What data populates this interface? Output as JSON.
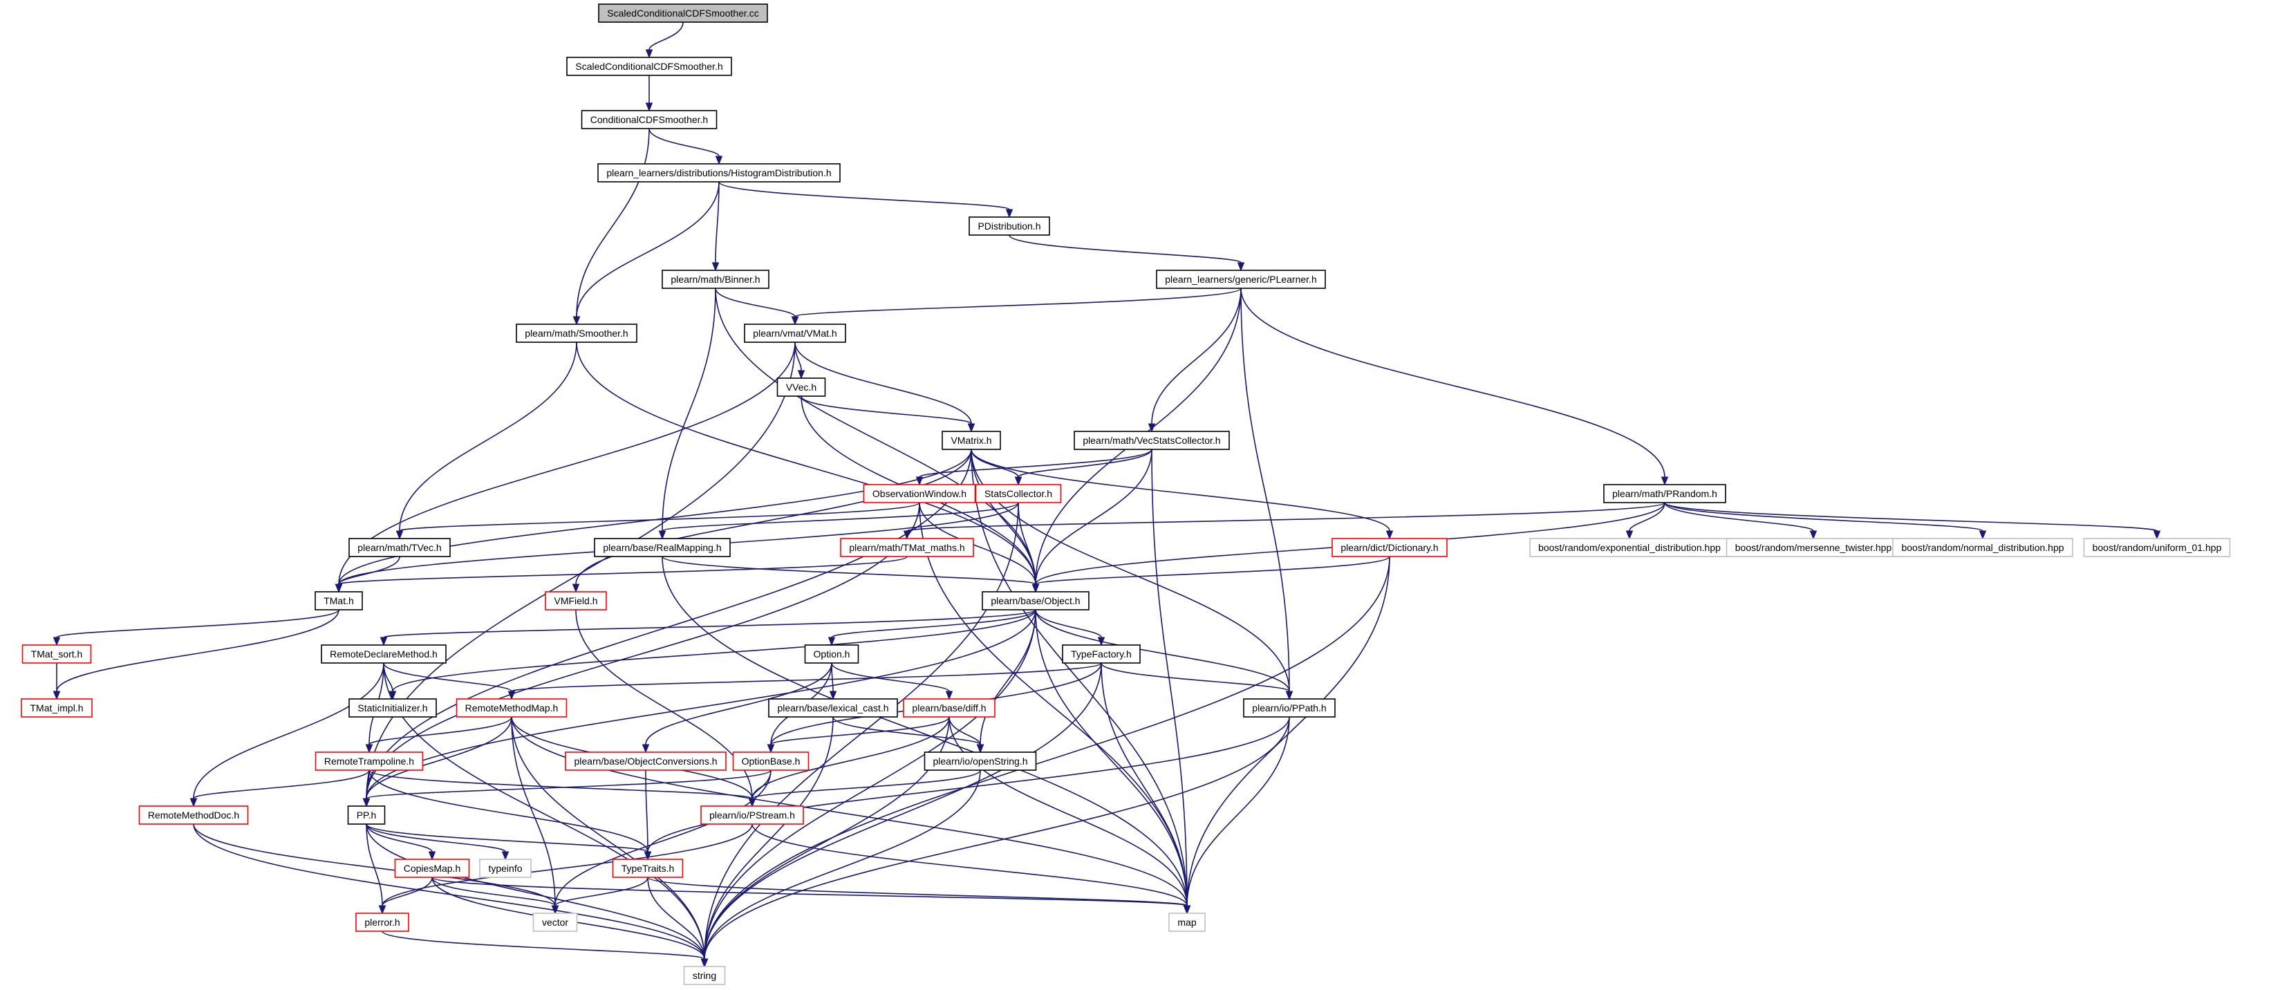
{
  "diagram": {
    "colors": {
      "edge": "#191970",
      "root_fill": "#bfbfbf",
      "normal_border": "#000000",
      "truncated_border": "#ff0000",
      "leaf_border": "#bfbfbf",
      "background": "#ffffff"
    },
    "nodes": [
      {
        "id": "root",
        "label": "ScaledConditionalCDFSmoother.cc",
        "style": "root"
      },
      {
        "id": "scaled_h",
        "label": "ScaledConditionalCDFSmoother.h",
        "style": "normal"
      },
      {
        "id": "cond_h",
        "label": "ConditionalCDFSmoother.h",
        "style": "normal"
      },
      {
        "id": "histo",
        "label": "plearn_learners/distributions/HistogramDistribution.h",
        "style": "normal"
      },
      {
        "id": "pdist",
        "label": "PDistribution.h",
        "style": "normal"
      },
      {
        "id": "plearner",
        "label": "plearn_learners/generic/PLearner.h",
        "style": "normal"
      },
      {
        "id": "binner",
        "label": "plearn/math/Binner.h",
        "style": "normal"
      },
      {
        "id": "smoother",
        "label": "plearn/math/Smoother.h",
        "style": "normal"
      },
      {
        "id": "vmat",
        "label": "plearn/vmat/VMat.h",
        "style": "normal"
      },
      {
        "id": "vvec",
        "label": "VVec.h",
        "style": "normal"
      },
      {
        "id": "vmatrix",
        "label": "VMatrix.h",
        "style": "normal"
      },
      {
        "id": "vecstats",
        "label": "plearn/math/VecStatsCollector.h",
        "style": "normal"
      },
      {
        "id": "obswin",
        "label": "ObservationWindow.h",
        "style": "truncated"
      },
      {
        "id": "statscoll",
        "label": "StatsCollector.h",
        "style": "truncated"
      },
      {
        "id": "prandom",
        "label": "plearn/math/PRandom.h",
        "style": "normal"
      },
      {
        "id": "tvec",
        "label": "plearn/math/TVec.h",
        "style": "normal"
      },
      {
        "id": "realmap",
        "label": "plearn/base/RealMapping.h",
        "style": "normal"
      },
      {
        "id": "tmatmaths",
        "label": "plearn/math/TMat_maths.h",
        "style": "truncated"
      },
      {
        "id": "dict",
        "label": "plearn/dict/Dictionary.h",
        "style": "truncated"
      },
      {
        "id": "boost_exp",
        "label": "boost/random/exponential_distribution.hpp",
        "style": "leaf"
      },
      {
        "id": "boost_mt",
        "label": "boost/random/mersenne_twister.hpp",
        "style": "leaf"
      },
      {
        "id": "boost_norm",
        "label": "boost/random/normal_distribution.hpp",
        "style": "leaf"
      },
      {
        "id": "boost_uni",
        "label": "boost/random/uniform_01.hpp",
        "style": "leaf"
      },
      {
        "id": "tmat",
        "label": "TMat.h",
        "style": "normal"
      },
      {
        "id": "vmfield",
        "label": "VMField.h",
        "style": "truncated"
      },
      {
        "id": "object",
        "label": "plearn/base/Object.h",
        "style": "normal"
      },
      {
        "id": "tmatsort",
        "label": "TMat_sort.h",
        "style": "truncated"
      },
      {
        "id": "tmatimpl",
        "label": "TMat_impl.h",
        "style": "truncated"
      },
      {
        "id": "remdecl",
        "label": "RemoteDeclareMethod.h",
        "style": "normal"
      },
      {
        "id": "option",
        "label": "Option.h",
        "style": "normal"
      },
      {
        "id": "typefactory",
        "label": "TypeFactory.h",
        "style": "normal"
      },
      {
        "id": "staticinit",
        "label": "StaticInitializer.h",
        "style": "normal"
      },
      {
        "id": "remmethmap",
        "label": "RemoteMethodMap.h",
        "style": "truncated"
      },
      {
        "id": "lexcast",
        "label": "plearn/base/lexical_cast.h",
        "style": "normal"
      },
      {
        "id": "diff",
        "label": "plearn/base/diff.h",
        "style": "truncated"
      },
      {
        "id": "ppath",
        "label": "plearn/io/PPath.h",
        "style": "normal"
      },
      {
        "id": "objconv",
        "label": "plearn/base/ObjectConversions.h",
        "style": "truncated"
      },
      {
        "id": "remtramp",
        "label": "RemoteTrampoline.h",
        "style": "truncated"
      },
      {
        "id": "optionbase",
        "label": "OptionBase.h",
        "style": "truncated"
      },
      {
        "id": "openstring",
        "label": "plearn/io/openString.h",
        "style": "normal"
      },
      {
        "id": "remmethdoc",
        "label": "RemoteMethodDoc.h",
        "style": "truncated"
      },
      {
        "id": "pp",
        "label": "PP.h",
        "style": "normal"
      },
      {
        "id": "pstream",
        "label": "plearn/io/PStream.h",
        "style": "truncated"
      },
      {
        "id": "typeinfo",
        "label": "typeinfo",
        "style": "leaf"
      },
      {
        "id": "copiesmap",
        "label": "CopiesMap.h",
        "style": "truncated"
      },
      {
        "id": "typetraits",
        "label": "TypeTraits.h",
        "style": "truncated"
      },
      {
        "id": "perror",
        "label": "plerror.h",
        "style": "truncated"
      },
      {
        "id": "vector",
        "label": "vector",
        "style": "leaf"
      },
      {
        "id": "map",
        "label": "map",
        "style": "leaf"
      },
      {
        "id": "string",
        "label": "string",
        "style": "leaf"
      }
    ],
    "edges": [
      [
        "root",
        "scaled_h"
      ],
      [
        "scaled_h",
        "cond_h"
      ],
      [
        "cond_h",
        "histo"
      ],
      [
        "cond_h",
        "smoother"
      ],
      [
        "histo",
        "smoother"
      ],
      [
        "histo",
        "binner"
      ],
      [
        "histo",
        "pdist"
      ],
      [
        "pdist",
        "plearner"
      ],
      [
        "plearner",
        "vmat"
      ],
      [
        "plearner",
        "vecstats"
      ],
      [
        "plearner",
        "object"
      ],
      [
        "plearner",
        "ppath"
      ],
      [
        "plearner",
        "prandom"
      ],
      [
        "binner",
        "vmat"
      ],
      [
        "binner",
        "realmap"
      ],
      [
        "binner",
        "object"
      ],
      [
        "smoother",
        "tvec"
      ],
      [
        "smoother",
        "object"
      ],
      [
        "vmat",
        "tmat"
      ],
      [
        "vmat",
        "pp"
      ],
      [
        "vmat",
        "vvec"
      ],
      [
        "vmat",
        "vmatrix"
      ],
      [
        "vvec",
        "vmatrix"
      ],
      [
        "vvec",
        "object"
      ],
      [
        "vmatrix",
        "tmat"
      ],
      [
        "vmatrix",
        "pp"
      ],
      [
        "vmatrix",
        "vmfield"
      ],
      [
        "vmatrix",
        "statscoll"
      ],
      [
        "vmatrix",
        "object"
      ],
      [
        "vmatrix",
        "ppath"
      ],
      [
        "vmatrix",
        "map"
      ],
      [
        "vmatrix",
        "dict"
      ],
      [
        "vecstats",
        "obswin"
      ],
      [
        "vecstats",
        "statscoll"
      ],
      [
        "vecstats",
        "object"
      ],
      [
        "vecstats",
        "map"
      ],
      [
        "obswin",
        "tvec"
      ],
      [
        "obswin",
        "pp"
      ],
      [
        "obswin",
        "object"
      ],
      [
        "obswin",
        "map"
      ],
      [
        "statscoll",
        "realmap"
      ],
      [
        "statscoll",
        "object"
      ],
      [
        "statscoll",
        "string"
      ],
      [
        "statscoll",
        "tmat"
      ],
      [
        "prandom",
        "object"
      ],
      [
        "prandom",
        "tmatmaths"
      ],
      [
        "prandom",
        "boost_exp"
      ],
      [
        "prandom",
        "boost_mt"
      ],
      [
        "prandom",
        "boost_norm"
      ],
      [
        "prandom",
        "boost_uni"
      ],
      [
        "tvec",
        "tmat"
      ],
      [
        "realmap",
        "object"
      ],
      [
        "realmap",
        "map"
      ],
      [
        "tmatmaths",
        "tmat"
      ],
      [
        "dict",
        "object"
      ],
      [
        "dict",
        "map"
      ],
      [
        "dict",
        "string"
      ],
      [
        "tmat",
        "tmatsort"
      ],
      [
        "tmat",
        "tmatimpl"
      ],
      [
        "tmatsort",
        "tmatimpl"
      ],
      [
        "vmfield",
        "pstream"
      ],
      [
        "object",
        "pp"
      ],
      [
        "object",
        "remdecl"
      ],
      [
        "object",
        "staticinit"
      ],
      [
        "object",
        "option"
      ],
      [
        "object",
        "typefactory"
      ],
      [
        "object",
        "openstring"
      ],
      [
        "object",
        "ppath"
      ],
      [
        "object",
        "map"
      ],
      [
        "object",
        "string"
      ],
      [
        "remdecl",
        "staticinit"
      ],
      [
        "remdecl",
        "remmethmap"
      ],
      [
        "remdecl",
        "remtramp"
      ],
      [
        "remdecl",
        "remmethdoc"
      ],
      [
        "remdecl",
        "string"
      ],
      [
        "option",
        "lexcast"
      ],
      [
        "option",
        "diff"
      ],
      [
        "option",
        "objconv"
      ],
      [
        "option",
        "optionbase"
      ],
      [
        "typefactory",
        "remmethmap"
      ],
      [
        "typefactory",
        "optionbase"
      ],
      [
        "typefactory",
        "ppath"
      ],
      [
        "typefactory",
        "map"
      ],
      [
        "typefactory",
        "string"
      ],
      [
        "remmethmap",
        "remtramp"
      ],
      [
        "remmethmap",
        "pp"
      ],
      [
        "remmethmap",
        "pstream"
      ],
      [
        "remmethmap",
        "vector"
      ],
      [
        "remmethmap",
        "map"
      ],
      [
        "remmethmap",
        "string"
      ],
      [
        "lexcast",
        "openstring"
      ],
      [
        "lexcast",
        "string"
      ],
      [
        "diff",
        "optionbase"
      ],
      [
        "diff",
        "openstring"
      ],
      [
        "diff",
        "pstream"
      ],
      [
        "diff",
        "map"
      ],
      [
        "diff",
        "string"
      ],
      [
        "ppath",
        "typetraits"
      ],
      [
        "ppath",
        "map"
      ],
      [
        "ppath",
        "string"
      ],
      [
        "objconv",
        "typetraits"
      ],
      [
        "remtramp",
        "remmethdoc"
      ],
      [
        "remtramp",
        "pp"
      ],
      [
        "remtramp",
        "pstream"
      ],
      [
        "remtramp",
        "typetraits"
      ],
      [
        "optionbase",
        "pp"
      ],
      [
        "optionbase",
        "pstream"
      ],
      [
        "optionbase",
        "vector"
      ],
      [
        "openstring",
        "pstream"
      ],
      [
        "openstring",
        "string"
      ],
      [
        "remmethdoc",
        "vector"
      ],
      [
        "remmethdoc",
        "string"
      ],
      [
        "pp",
        "typeinfo"
      ],
      [
        "pp",
        "copiesmap"
      ],
      [
        "pp",
        "perror"
      ],
      [
        "pp",
        "typetraits"
      ],
      [
        "pp",
        "string"
      ],
      [
        "pstream",
        "perror"
      ],
      [
        "pstream",
        "map"
      ],
      [
        "copiesmap",
        "perror"
      ],
      [
        "copiesmap",
        "vector"
      ],
      [
        "copiesmap",
        "map"
      ],
      [
        "copiesmap",
        "string"
      ],
      [
        "typetraits",
        "vector"
      ],
      [
        "typetraits",
        "map"
      ],
      [
        "typetraits",
        "string"
      ],
      [
        "perror",
        "string"
      ]
    ]
  }
}
